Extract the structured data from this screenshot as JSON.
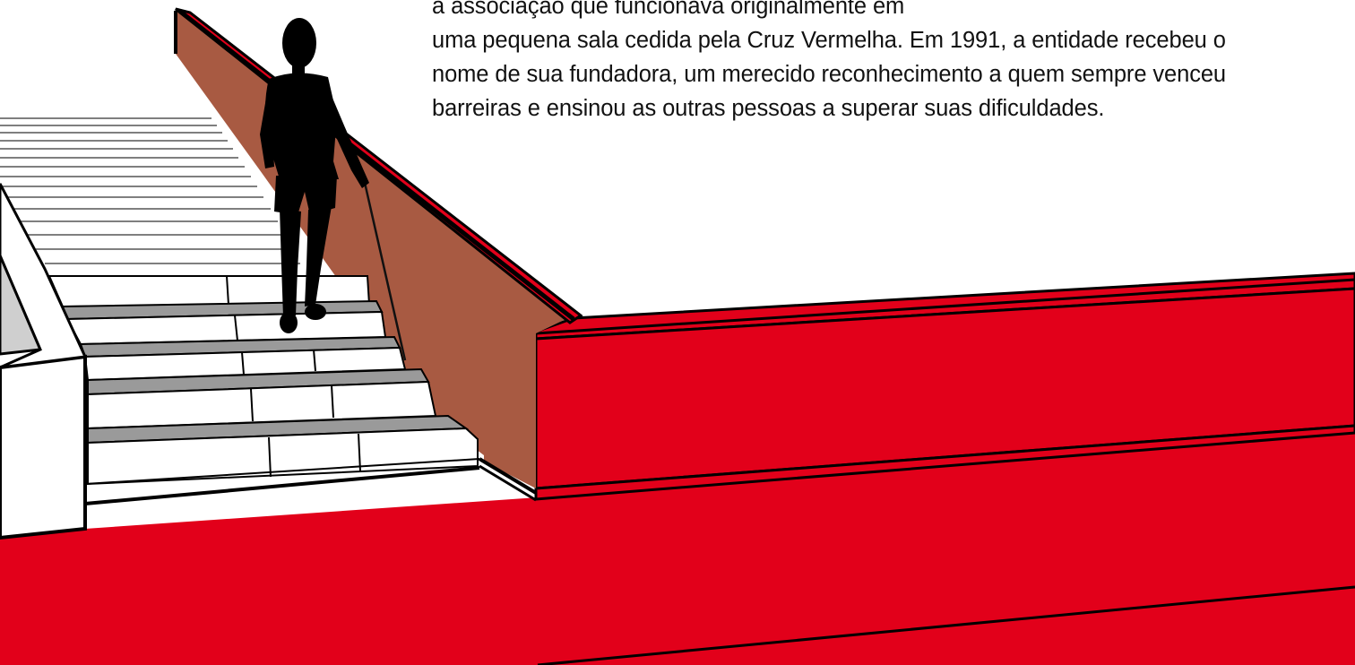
{
  "text": {
    "lines": [
      "a associação que funcionava originalmente em",
      "uma pequena sala cedida pela Cruz Vermelha. Em 1991, a entidade recebeu o",
      "nome de sua fundadora, um merecido reconhecimento a quem sempre venceu",
      "barreiras e ensinou as outras pessoas a superar suas dificuldades."
    ]
  },
  "colors": {
    "red": "#e2001a",
    "brown": "#a85a42",
    "black": "#000000",
    "step_gray": "#9a9a9a",
    "panel_gray": "#cfcfcf",
    "white": "#ffffff"
  },
  "icons": {
    "figure": "blind-person-with-cane-silhouette",
    "scene": "staircase-with-handrail-illustration"
  }
}
